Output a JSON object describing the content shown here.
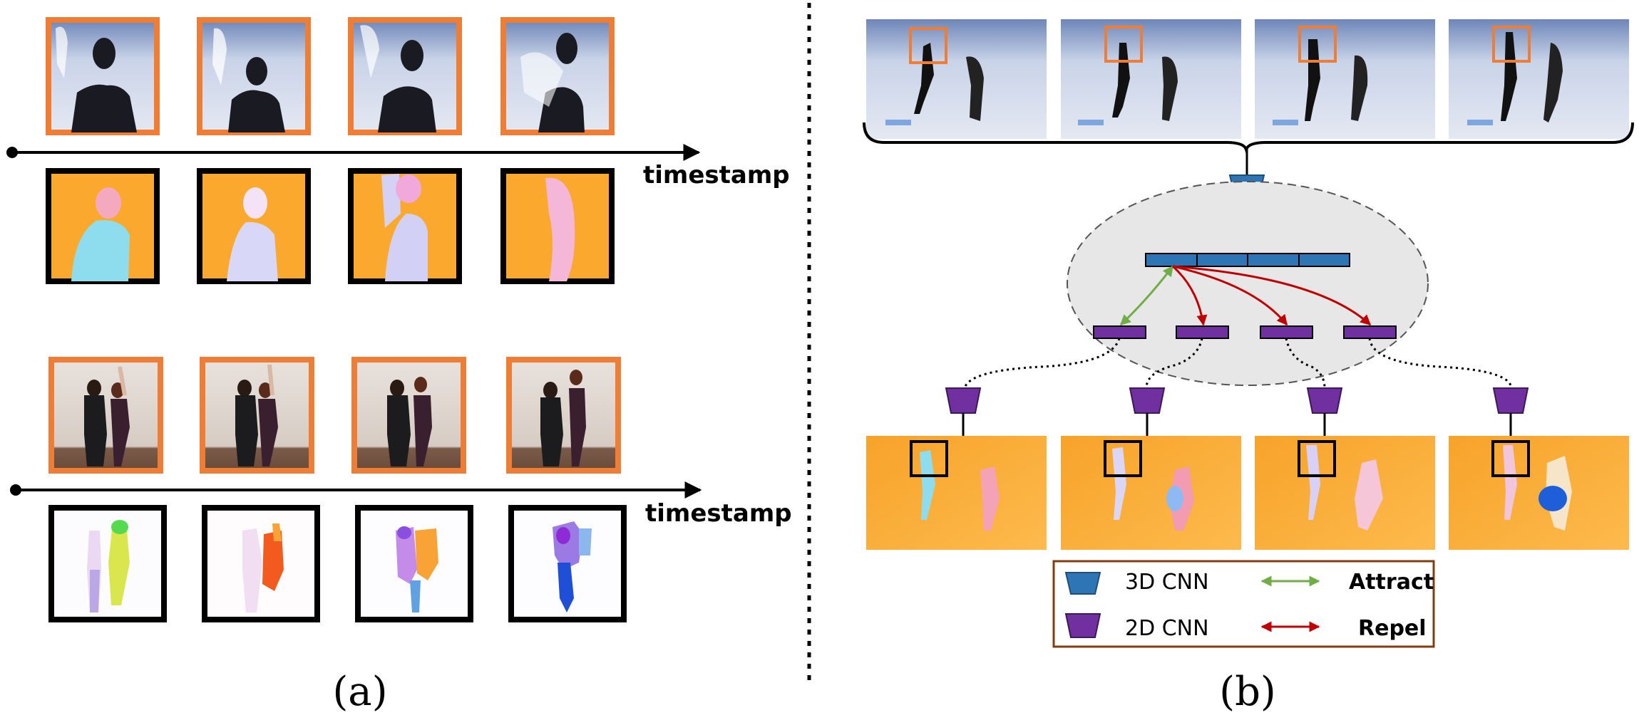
{
  "panel_a": {
    "label": "(a)",
    "timestamp_top": "timestamp",
    "timestamp_bottom": "timestamp"
  },
  "panel_b": {
    "label": "(b)"
  },
  "legend": {
    "cnn3d": "3D CNN",
    "cnn2d": "2D CNN",
    "attract": "Attract",
    "repel": "Repel"
  },
  "colors": {
    "orange_border": "#EE7D35",
    "black_border": "#000000",
    "cnn3d_blue": "#2E75B6",
    "cnn2d_purple": "#7030A0",
    "attract_green": "#70AD47",
    "repel_red": "#C00000",
    "flow_orange": "#FBA92E",
    "ice_blue": "#C7D3E6",
    "ellipse_fill": "#E7E7E7",
    "legend_border": "#843C0C"
  }
}
